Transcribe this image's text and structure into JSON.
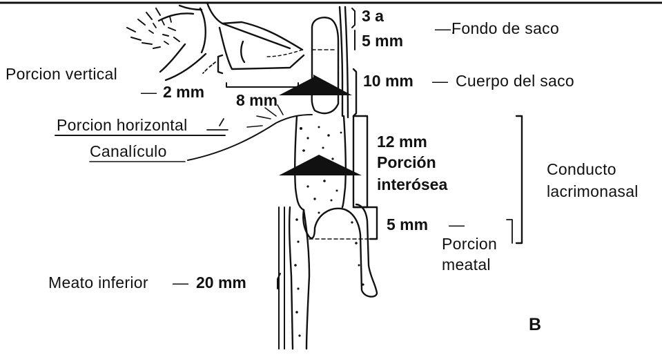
{
  "colors": {
    "ink": "#111111",
    "background": "#ffffff"
  },
  "labels": {
    "measure_3a": "3 a",
    "measure_5mm_top": "5 mm",
    "fondo_de_saco": "Fondo de saco",
    "porcion_vertical": "Porcion vertical",
    "measure_2mm": "2 mm",
    "measure_8mm": "8 mm",
    "measure_10mm": "10 mm",
    "cuerpo_del_saco": "Cuerpo del saco",
    "porcion_horizontal": "Porcion horizontal",
    "canaliculo": "Canalículo",
    "measure_12mm": "12 mm",
    "porcion_interosea_1": "Porción",
    "porcion_interosea_2": "interósea",
    "conducto_1": "Conducto",
    "conducto_2": "lacrimonasal",
    "measure_5mm_low": "5 mm",
    "porcion_meatal_1": "Porcion",
    "porcion_meatal_2": "meatal",
    "meato_inferior": "Meato inferior",
    "measure_20mm": "20 mm",
    "panel_letter": "B"
  }
}
